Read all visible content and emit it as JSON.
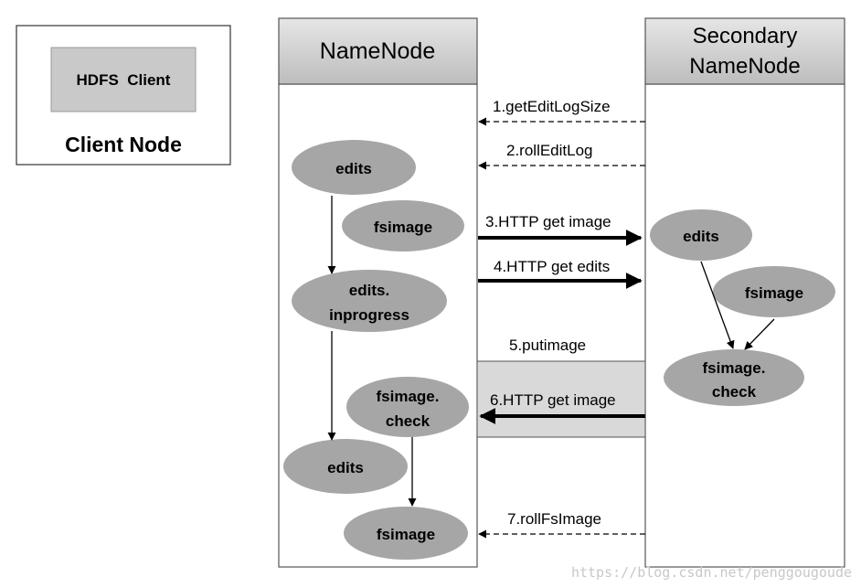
{
  "client_node": {
    "client_label": "HDFS  Client",
    "title": "Client Node"
  },
  "namenode": {
    "title": "NameNode",
    "nodes": {
      "edits_top": "edits",
      "fsimage_top": "fsimage",
      "edits_inprogress_line1": "edits.",
      "edits_inprogress_line2": "inprogress",
      "fsimage_check_line1": "fsimage.",
      "fsimage_check_line2": "check",
      "edits_bottom": "edits",
      "fsimage_bottom": "fsimage"
    }
  },
  "secondary_namenode": {
    "title_line1": "Secondary",
    "title_line2": "NameNode",
    "nodes": {
      "edits": "edits",
      "fsimage": "fsimage",
      "fsimage_check_line1": "fsimage.",
      "fsimage_check_line2": "check"
    }
  },
  "steps": {
    "s1": "1.getEditLogSize",
    "s2": "2.rollEditLog",
    "s3": "3.HTTP get image",
    "s4": "4.HTTP get edits",
    "s5": "5.putimage",
    "s6": "6.HTTP get image",
    "s7": "7.rollFsImage"
  },
  "watermark": "https://blog.csdn.net/penggougoude",
  "colors": {
    "header_fill": "#c9c9c9",
    "ellipse_fill": "#a6a6a6",
    "highlight_fill": "#d9d9d9",
    "border": "#555555",
    "arrow": "#000000"
  }
}
